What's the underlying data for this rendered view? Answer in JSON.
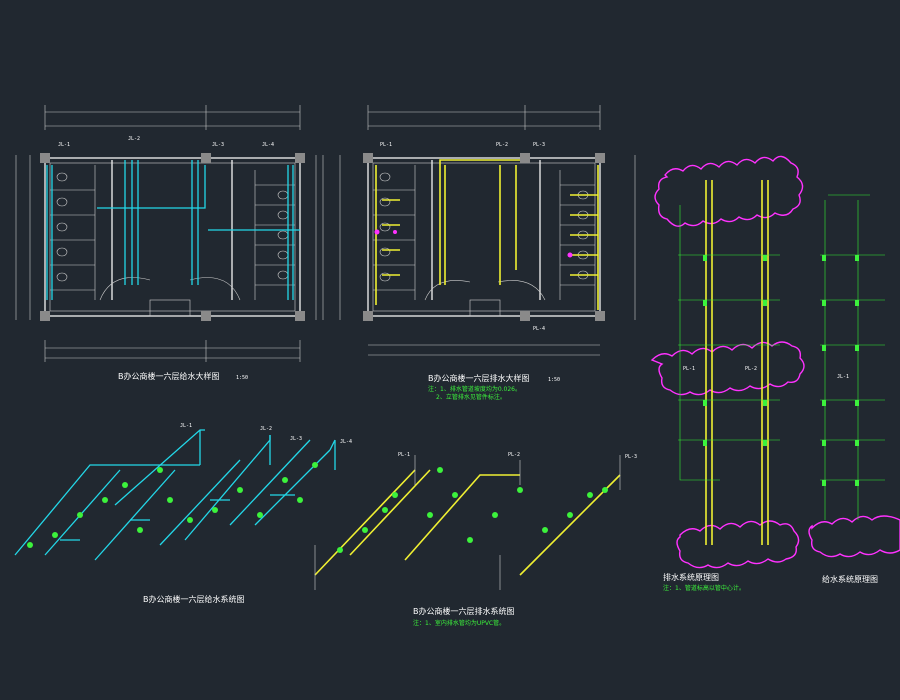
{
  "drawing": {
    "background": "#212830",
    "colors": {
      "water_supply": "#23d7e8",
      "drainage": "#f0f032",
      "annotation": "#3cf23c",
      "cloud": "#ff32ff",
      "walls": "#e6e6e6"
    }
  },
  "plan_supply": {
    "title": "B办公商楼一六层给水大样图",
    "scale": "1:50",
    "riser_tags": [
      "JL-1",
      "JL-2",
      "JL-3",
      "JL-4"
    ]
  },
  "plan_drain": {
    "title": "B办公商楼一六层排水大样图",
    "scale": "1:50",
    "notes": [
      "注：1、排水管道坡度均为0.026。",
      "2、立管排水见管件标注。"
    ],
    "riser_tags": [
      "PL-1",
      "PL-2",
      "PL-3",
      "PL-4"
    ]
  },
  "iso_supply": {
    "title": "B办公商楼一六层给水系统图",
    "riser_tags": [
      "JL-1",
      "JL-2",
      "JL-3",
      "JL-4"
    ]
  },
  "iso_drain": {
    "title": "B办公商楼一六层排水系统图",
    "notes": [
      "注：1、室内排水管均为UPVC管。"
    ],
    "riser_tags": [
      "PL-1",
      "PL-2",
      "PL-3"
    ]
  },
  "riser_drain": {
    "title": "排水系统原理图",
    "notes": [
      "注：1、管道标高以管中心计。"
    ],
    "riser_tags": [
      "PL-1",
      "PL-2"
    ]
  },
  "riser_supply": {
    "title": "给水系统原理图",
    "riser_tags": [
      "JL-1"
    ]
  }
}
